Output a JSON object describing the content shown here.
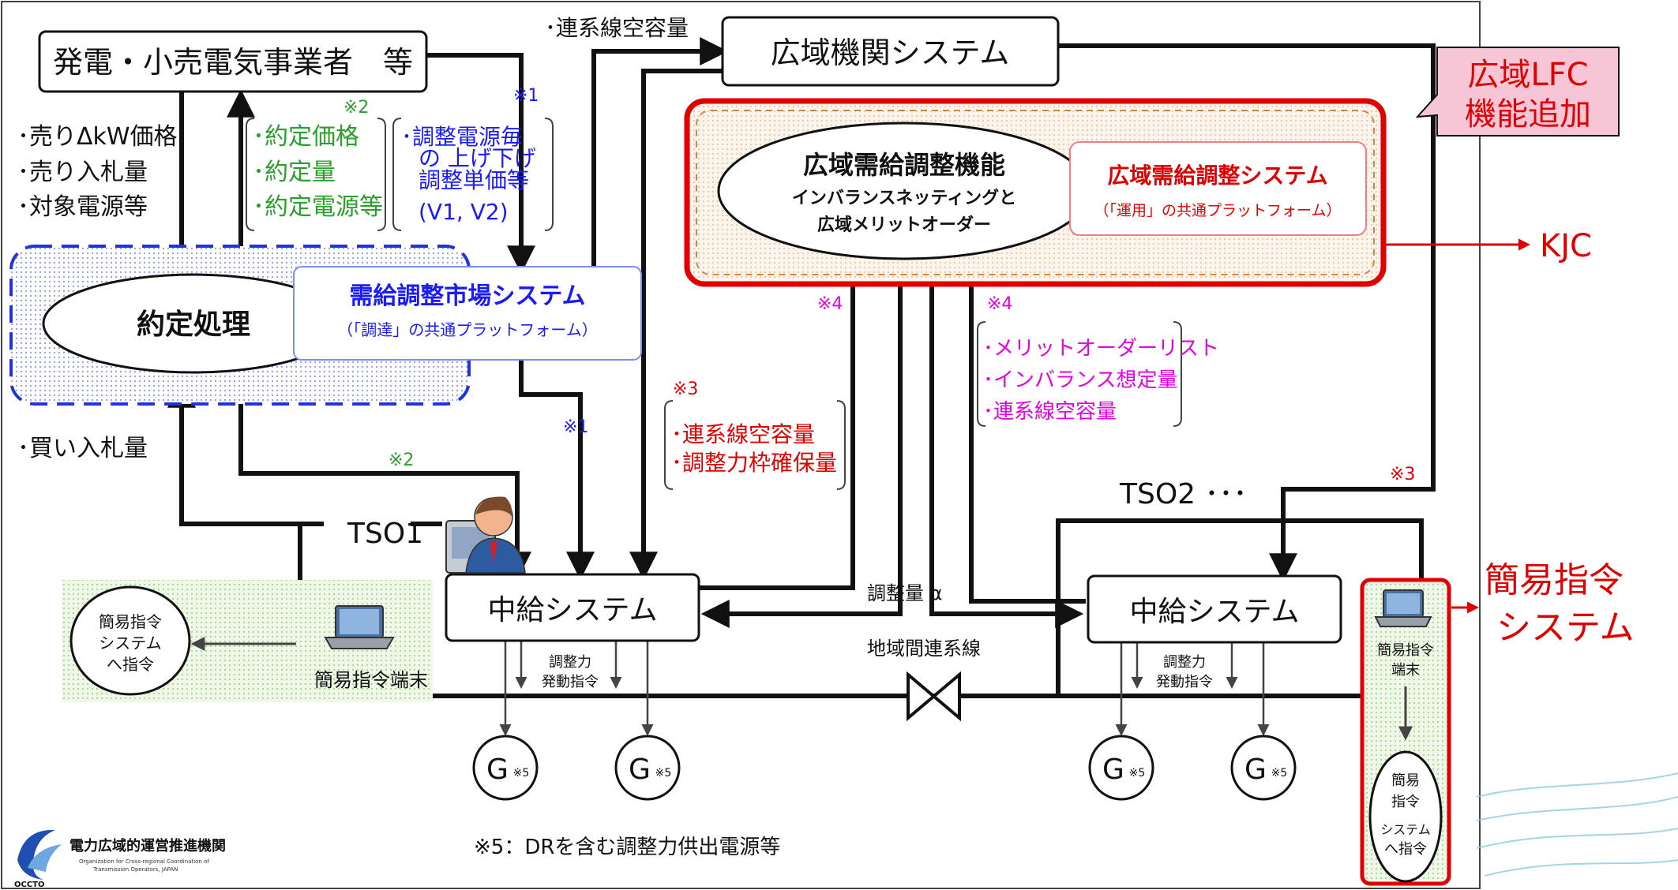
{
  "boxes": {
    "generator": "発電・小売電気事業者　等",
    "occto_system": "広域機関システム",
    "market_title": "需給調整市場システム",
    "market_sub": "（「調達」の共通プラットフォーム）",
    "contract_processing": "約定処理",
    "wide_function_title": "広域需給調整機能",
    "wide_function_sub1": "インバランスネッティングと",
    "wide_function_sub2": "広域メリットオーダー",
    "wide_system_title": "広域需給調整システム",
    "wide_system_sub": "（「運用」の共通プラットフォーム）",
    "tso1_central": "中給システム",
    "tso2_central": "中給システム"
  },
  "callouts": {
    "lfc_line1": "広域LFC",
    "lfc_line2": "機能追加",
    "kjc": "KJC",
    "simple_cmd_line1": "簡易指令",
    "simple_cmd_line2": "システム"
  },
  "labels": {
    "intertie_capacity_top": "･連系線空容量",
    "sell_price": "･売りΔkW価格",
    "sell_volume": "･売り入札量",
    "target_sources": "･対象電源等",
    "buy_volume": "･買い入札量",
    "contract_price": "･約定価格",
    "contract_volume": "･約定量",
    "contract_sources": "･約定電源等",
    "adjust_1": "･調整電源毎",
    "adjust_2": "の 上げ下げ",
    "adjust_3": "調整単価等",
    "adjust_4": "(V1, V2)",
    "intertie_capacity_mid": "･連系線空容量",
    "reserve_secured": "･調整力枠確保量",
    "merit_order_list": "･メリットオーダーリスト",
    "imbalance_forecast": "･インバランス想定量",
    "intertie_capacity_right": "･連系線空容量",
    "tso1": "TSO1",
    "tso2": "TSO2 ･･･",
    "adjust_alpha": "調整量 α",
    "interregional_line": "地域間連系線",
    "dispatch_1a": "調整力",
    "dispatch_1b": "発動指令",
    "dispatch_2a": "調整力",
    "dispatch_2b": "発動指令",
    "simple_terminal": "簡易指令端末",
    "simple_left_1": "簡易指令",
    "simple_left_2": "システム",
    "simple_left_3": "へ指令",
    "simple_right_terminal_1": "簡易指令",
    "simple_right_terminal_2": "端末",
    "simple_right_1": "簡易",
    "simple_right_2": "指令",
    "simple_right_3": "システム",
    "simple_right_4": "へ指令",
    "generator_note": "※5：DRを含む調整力供出電源等"
  },
  "notes": {
    "n1a": "※1",
    "n1b": "※1",
    "n2a": "※2",
    "n2b": "※2",
    "n3a": "※3",
    "n3b": "※3",
    "n4a": "※4",
    "n4b": "※4"
  },
  "generators": {
    "g": "G",
    "g_note": "※5"
  },
  "logo": {
    "org_name": "電力広域的運営推進機関",
    "org_en_1": "Organization for Cross-regional Coordination of",
    "org_en_2": "Transmission Operators, JAPAN",
    "org_abbr": "OCCTO"
  },
  "colors": {
    "black": "#111111",
    "red": "#e00000",
    "blue": "#1a1aff",
    "green": "#2aa02a",
    "magenta": "#e600e6",
    "pink": "#f7c6d6"
  }
}
